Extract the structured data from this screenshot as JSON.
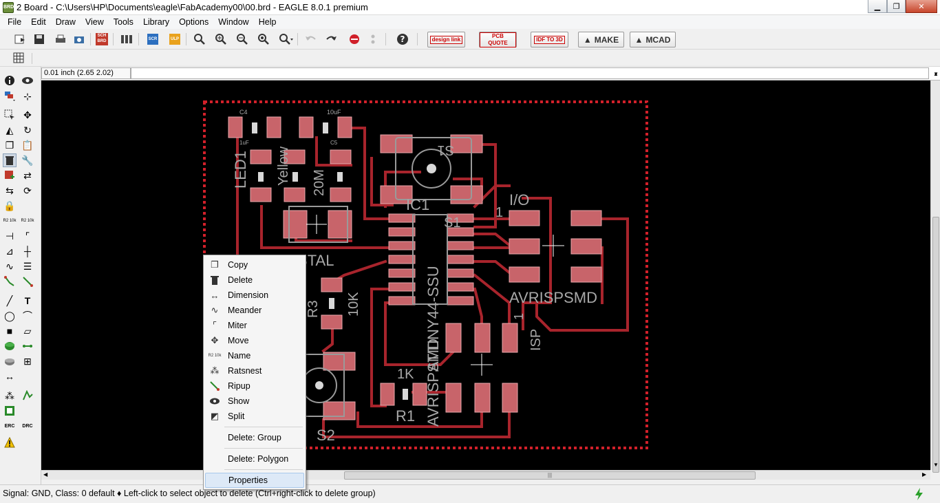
{
  "window": {
    "title": "2 Board - C:\\Users\\HP\\Documents\\eagle\\FabAcademy00\\00.brd - EAGLE 8.0.1 premium",
    "app_icon_text": "BRD"
  },
  "menu": [
    "File",
    "Edit",
    "Draw",
    "View",
    "Tools",
    "Library",
    "Options",
    "Window",
    "Help"
  ],
  "toolbar": {
    "sch_brd_label": "SCH BRD",
    "scr_label": "SCR",
    "ulp_label": "ULP",
    "design_link_label": "design link",
    "pcb_quote_label": "PCB QUOTE",
    "idf_label": "IDF TO 3D",
    "make_label": "MAKE",
    "mcad_label": "MCAD"
  },
  "command_bar": {
    "coordinates": "0.01 inch (2.65 2.02)"
  },
  "sidebar": {
    "value_icon_text": "R2 10k",
    "erc_label": "ERC",
    "drc_label": "DRC"
  },
  "board": {
    "labels": {
      "c4": "C4",
      "uf1": "10uF",
      "uf2": "1uF",
      "c5": "C5",
      "led1": "LED1",
      "yellow": "Yellow",
      "s1": "S1",
      "ic1": "IC1",
      "s1b": "S1",
      "io": "I/O",
      "one": "1",
      "crystal": "CRYSTAL",
      "r3": "R3",
      "tenk": "10K",
      "attiny": "ATTINY44-SSU",
      "avrispsmd": "AVRISPSMD",
      "avrispsmd2": "AVRISPSMD",
      "isp": "ISP",
      "one2": "1",
      "onek": "1K",
      "r1": "R1",
      "s2": "S2",
      "twentym": "20M"
    }
  },
  "context_menu": {
    "items": [
      {
        "label": "Copy",
        "icon": "copy-icon"
      },
      {
        "label": "Delete",
        "icon": "trash-icon"
      },
      {
        "label": "Dimension",
        "icon": "dimension-icon"
      },
      {
        "label": "Meander",
        "icon": "meander-icon"
      },
      {
        "label": "Miter",
        "icon": "miter-icon"
      },
      {
        "label": "Move",
        "icon": "move-icon"
      },
      {
        "label": "Name",
        "icon": "name-icon"
      },
      {
        "label": "Ratsnest",
        "icon": "ratsnest-icon"
      },
      {
        "label": "Ripup",
        "icon": "ripup-icon"
      },
      {
        "label": "Show",
        "icon": "eye-icon"
      },
      {
        "label": "Split",
        "icon": "split-icon"
      }
    ],
    "delete_group": "Delete: Group",
    "delete_polygon": "Delete: Polygon",
    "properties": "Properties"
  },
  "status": {
    "text": "Signal: GND, Class: 0 default  ♦ Left-click to select object to delete (Ctrl+right-click to delete group)"
  }
}
